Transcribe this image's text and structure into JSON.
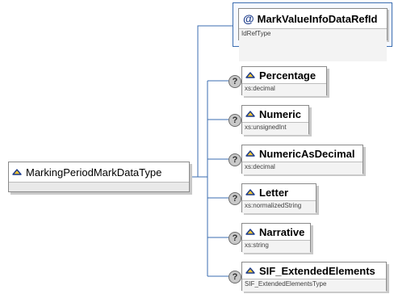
{
  "root": {
    "name": "MarkingPeriodMarkDataType",
    "icon": "element-icon"
  },
  "attribute": {
    "marker": "@",
    "name": "MarkValueInfoDataRefId",
    "type": "IdRefType",
    "icon": "attribute-icon"
  },
  "optional_marker": "?",
  "children": [
    {
      "name": "Percentage",
      "type": "xs:decimal",
      "icon": "element-icon",
      "optional": true
    },
    {
      "name": "Numeric",
      "type": "xs:unsignedInt",
      "icon": "element-icon",
      "optional": true
    },
    {
      "name": "NumericAsDecimal",
      "type": "xs:decimal",
      "icon": "element-icon",
      "optional": true
    },
    {
      "name": "Letter",
      "type": "xs:normalizedString",
      "icon": "element-icon",
      "optional": true
    },
    {
      "name": "Narrative",
      "type": "xs:string",
      "icon": "element-icon",
      "optional": true
    },
    {
      "name": "SIF_ExtendedElements",
      "type": "SIF_ExtendedElementsType",
      "icon": "element-icon",
      "optional": true
    }
  ],
  "colors": {
    "connector": "#3b6db0",
    "border": "#8a8a8a",
    "shadow": "#c9c9c9",
    "attribute_group_border": "#3b6db0",
    "optional_icon_fill": "#c9c9c9"
  }
}
